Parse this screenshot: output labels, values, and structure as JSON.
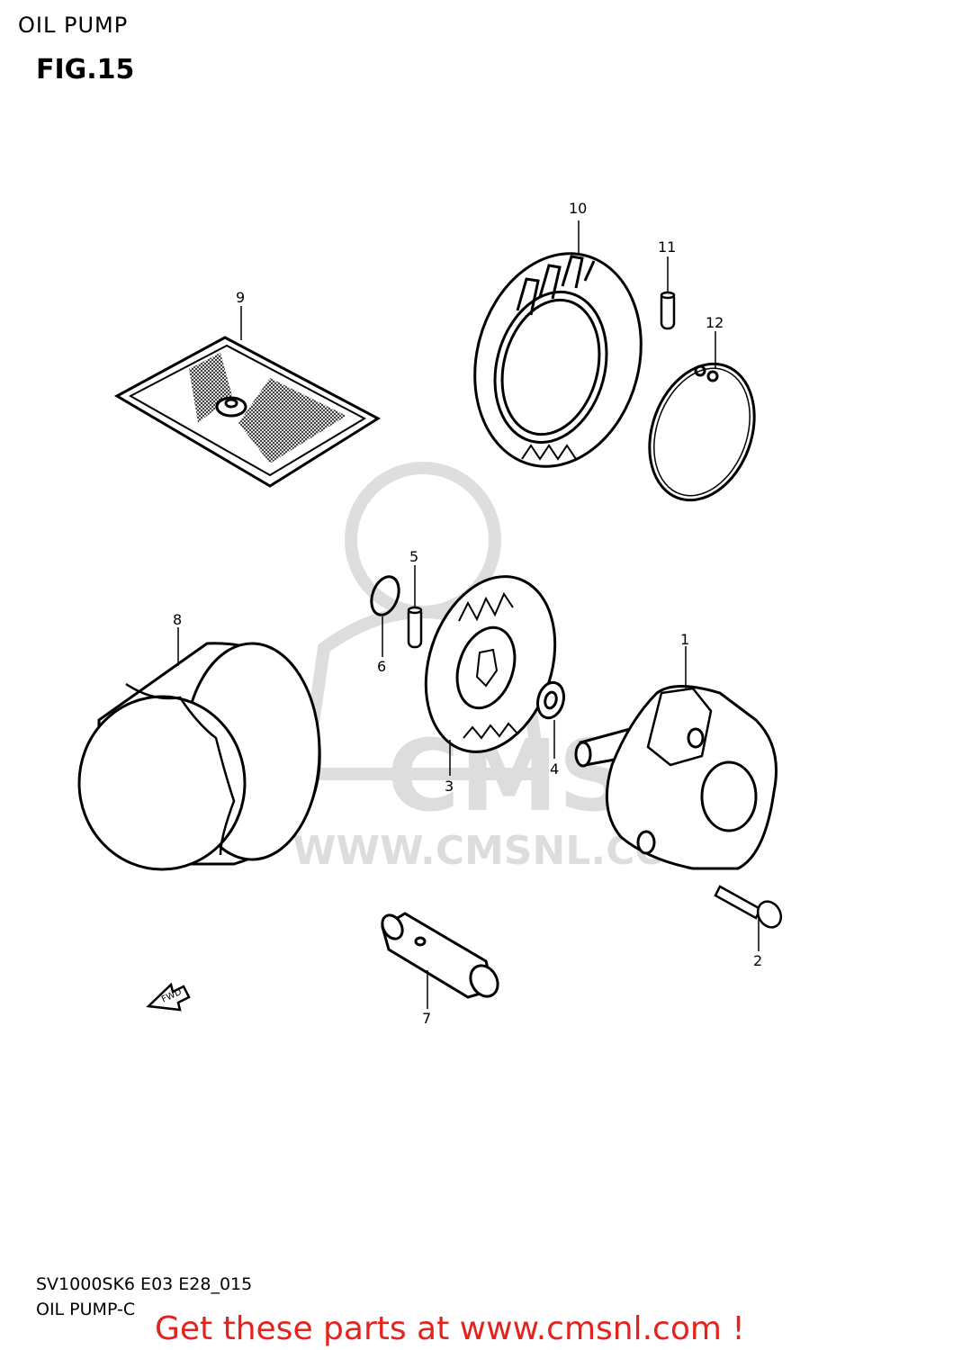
{
  "header": {
    "section": "OIL PUMP",
    "figure": "FIG.15"
  },
  "footer": {
    "code": "SV1000SK6 E03 E28_015",
    "subtitle": "OIL PUMP-C",
    "promo": "Get these parts at www.cmsnl.com !"
  },
  "watermark": {
    "text": "WWW.CMSNL.CO"
  },
  "arrow_label": "FWD",
  "callouts": [
    "1",
    "2",
    "3",
    "4",
    "5",
    "6",
    "7",
    "8",
    "9",
    "10",
    "11",
    "12"
  ]
}
